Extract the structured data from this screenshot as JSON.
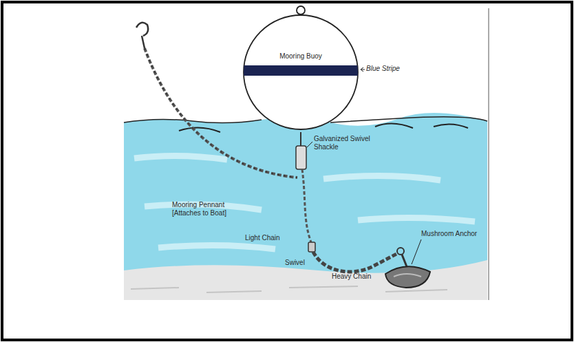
{
  "diagram": {
    "nodes": [
      {
        "text": [
          "Mooring Buoy"
        ]
      }
    ],
    "labels": [
      "Blue Stripe",
      "Galvanized Swivel Shackle",
      "Mooring Pennant [Attaches to Boat]",
      "Light Chain",
      "Swivel",
      "Heavy Chain",
      "Mushroom Anchor"
    ]
  }
}
